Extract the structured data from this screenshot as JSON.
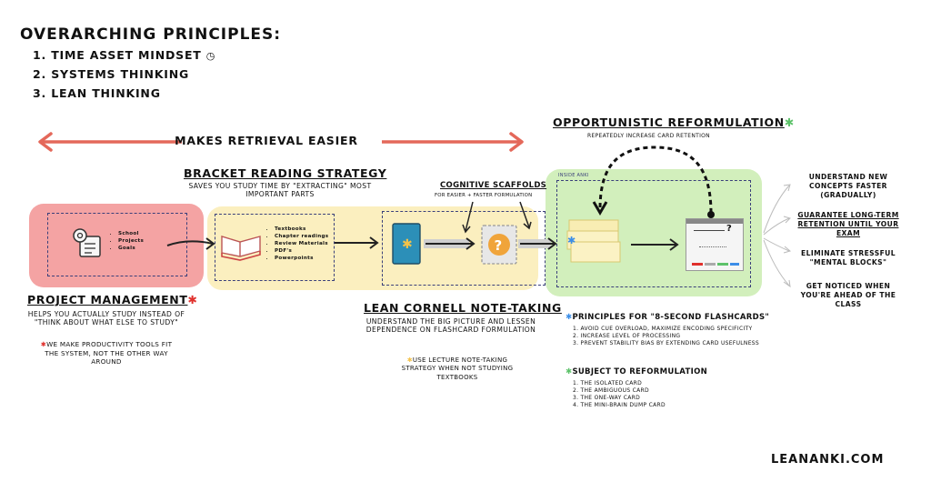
{
  "principles": {
    "title": "Overarching Principles:",
    "items": [
      "1. Time Asset Mindset",
      "2. Systems Thinking",
      "3. Lean Thinking"
    ]
  },
  "retrieval_banner": "Makes Retrieval Easier",
  "project_management": {
    "title": "Project Management",
    "items": [
      "School",
      "Projects",
      "Goals"
    ],
    "desc": "Helps you actually study instead of \"Think about What Else to Study\"",
    "note": "We make productivity tools fit the SYSTEM, not the other way around"
  },
  "bracket_reading": {
    "title": "Bracket Reading Strategy",
    "desc": "Saves You Study Time By \"Extracting\" Most Important Parts",
    "items": [
      "Textbooks",
      "Chapter readings",
      "Review Materials",
      "PDF's",
      "Powerpoints"
    ]
  },
  "cognitive_scaffolds": {
    "title": "Cognitive Scaffolds",
    "desc": "for Easier + Faster Formulation"
  },
  "lean_cornell": {
    "title": "Lean Cornell Note-Taking",
    "desc": "Understand the Big Picture And Lessen Dependence on Flashcard Formulation",
    "note": "Use Lecture Note-Taking Strategy When Not Studying Textbooks"
  },
  "reformulation": {
    "title": "Opportunistic Reformulation",
    "desc": "Repeatedly increase card retention"
  },
  "inside_anki": "Inside Anki",
  "card_question": "?",
  "outcomes": [
    "Understand New Concepts Faster (Gradually)",
    "Guarantee Long-Term Retention Until Your Exam",
    "Eliminate Stressful \"Mental Blocks\"",
    "Get Noticed When You're Ahead of The Class"
  ],
  "principles_8s": {
    "title": "Principles for \"8-Second Flashcards\"",
    "items": [
      "1. Avoid Cue Overload, Maximize Encoding Specificity",
      "2. Increase Level of Processing",
      "3. Prevent Stability Bias by Extending Card Usefulness"
    ]
  },
  "subject_reform": {
    "title": "Subject to Reformulation",
    "items": [
      "1. The Isolated Card",
      "2. The Ambiguous Card",
      "3. The One-Way Card",
      "4. The Mini-Brain Dump Card"
    ]
  },
  "brand": "LeanAnki.com",
  "colors": {
    "pink": "#f4a3a3",
    "yellow": "#fbefbf",
    "green": "#d2efbc",
    "arrow_red": "#e4685a",
    "dash_blue": "#3a3f7a",
    "red_star": "#e0302c",
    "blue_star": "#3b8ee8",
    "green_star": "#5dc26a",
    "yellow_star": "#f3c24a"
  }
}
